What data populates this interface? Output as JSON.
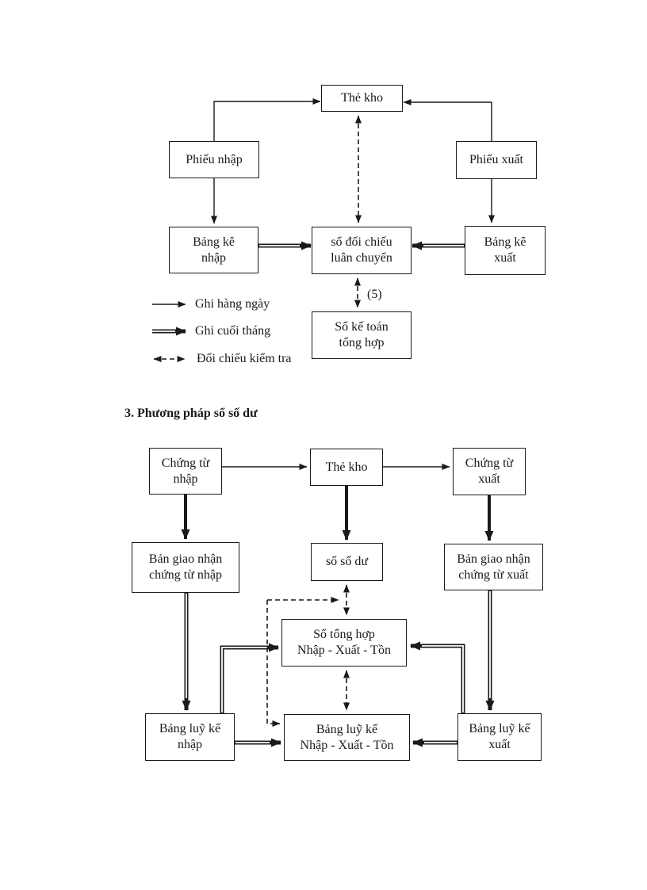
{
  "page": {
    "background": "#ffffff",
    "ink": "#1a1a1a"
  },
  "diagram1": {
    "boxes": {
      "the_kho": "Thẻ kho",
      "phieu_nhap": "Phiếu nhập",
      "phieu_xuat": "Phiếu xuất",
      "bang_ke_nhap": "Bảng kê\nnhập",
      "so_doi_chieu": "sổ đối chiếu\nluân chuyển",
      "bang_ke_xuat": "Bảng kê\nxuất",
      "so_ke_toan": "Sổ kế toán\ntổng hợp"
    },
    "annotation_5": "(5)",
    "legend": [
      {
        "style": "solid-thin-arrow",
        "label": "Ghi hàng ngày"
      },
      {
        "style": "double-line-arrow",
        "label": "Ghi cuối tháng"
      },
      {
        "style": "dashed-double-arrow",
        "label": "Đối chiếu kiểm tra"
      }
    ]
  },
  "section_heading": "3. Phương pháp sổ số dư",
  "diagram2": {
    "boxes": {
      "chung_tu_nhap": "Chứng từ\nnhập",
      "the_kho": "Thẻ kho",
      "chung_tu_xuat": "Chứng từ\nxuất",
      "ban_giao_nhan_nhap": "Bản giao nhận\nchứng từ nhập",
      "so_so_du": "sổ số dư",
      "ban_giao_nhan_xuat": "Bản giao nhận\nchứng từ xuất",
      "so_tong_hop": "Sổ tổng hợp\nNhập - Xuất - Tồn",
      "bang_luy_ke_nhap": "Bảng luỹ kế\nnhập",
      "bang_luy_ke_nxt": "Bảng luỹ kế\nNhập - Xuất - Tồn",
      "bang_luy_ke_xuat": "Bảng luỹ kế\nxuất"
    }
  }
}
